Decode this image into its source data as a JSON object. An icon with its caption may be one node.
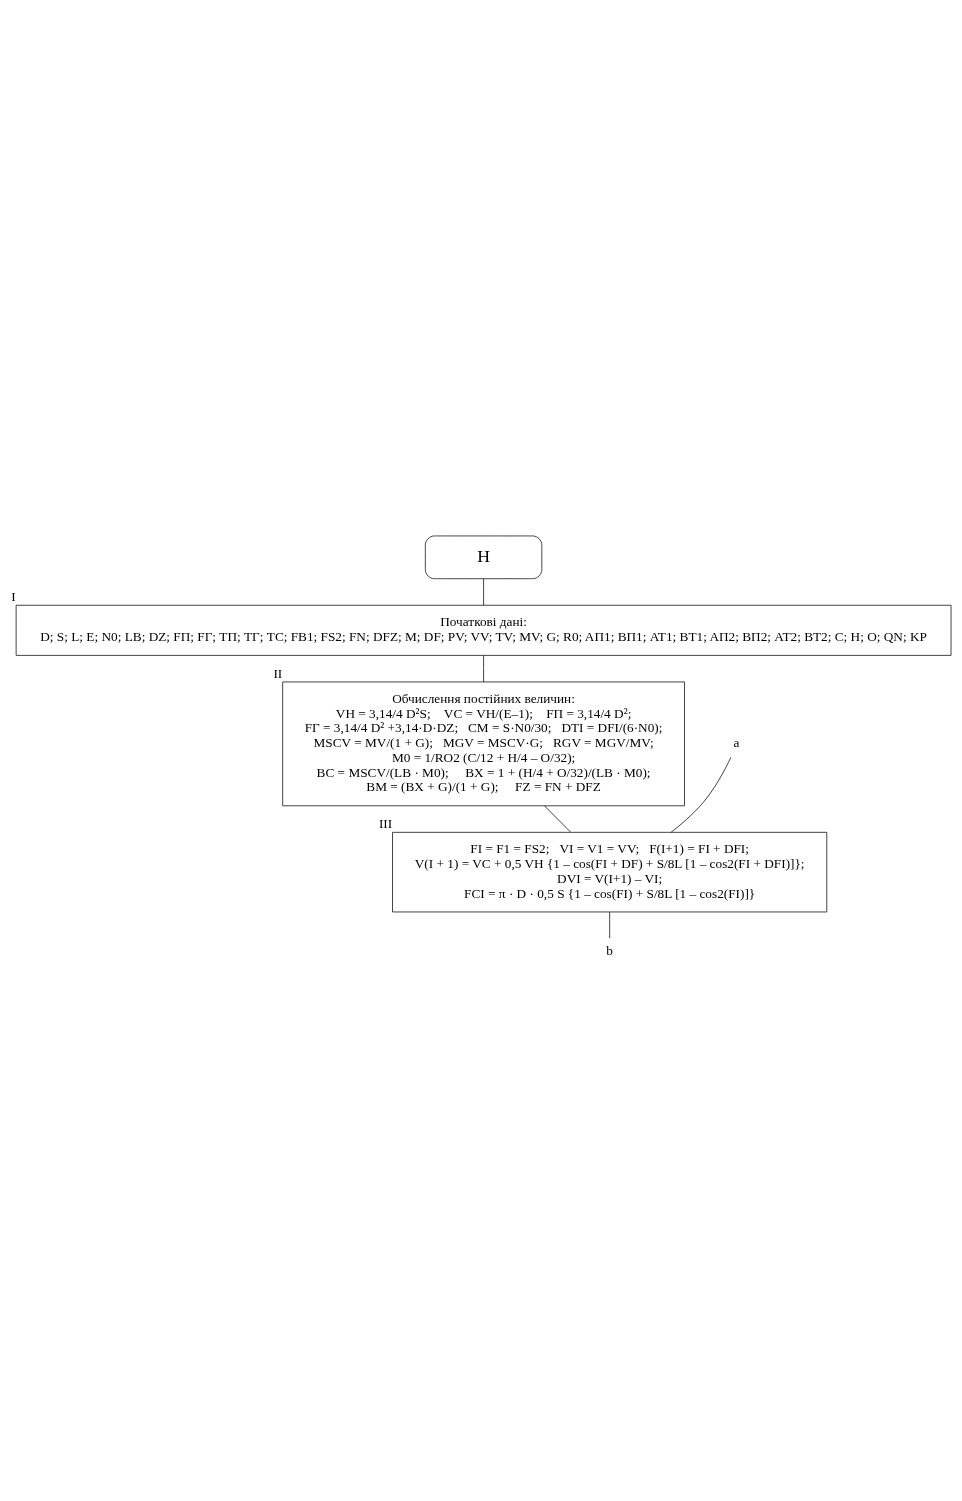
{
  "diagram": {
    "nodes": [
      {
        "text": [
          "Н"
        ]
      },
      {
        "text": [
          "Початкові дані:",
          "D; S; L; E; N0; LB; DZ; FП; FГ; TП; TГ; TC; FB1; FS2; FN; DFZ; M; DF; PV; VV; TV; MV; G; R0; AП1; BП1; AT1; BT1; AП2; BП2; AT2; BT2; C; H; O; QN; KP"
        ],
        "beside": [
          "I"
        ]
      },
      {
        "text": [
          "Обчислення постійних величин:",
          "VH = 3,14/4 D²S;    VC = VH/(E–1);    FП = 3,14/4 D²;",
          "FГ = 3,14/4 D² +3,14·D·DZ;   CM = S·N0/30;   DTI = DFI/(6·N0);",
          "MSCV = MV/(1 + G);   MGV = MSCV·G;   RGV = MGV/MV;",
          "M0 = 1/RO2 (C/12 + H/4 – O/32);",
          "BC = MSCV/(LB · M0);     BX = 1 + (H/4 + O/32)/(LB · M0);",
          "BM = (BX + G)/(1 + G);     FZ = FN + DFZ"
        ],
        "beside": [
          "II"
        ]
      },
      {
        "text": [
          "a"
        ]
      },
      {
        "text": [
          "FI = F1 = FS2;   VI = V1 = VV;   F(I+1) = FI + DFI;",
          "V(I + 1) = VC + 0,5 VH {1 – cos(FI + DF) + S/8L [1 – cos2(FI + DFI)]};",
          "DVI = V(I+1) – VI;",
          "FCI = π · D · 0,5 S {1 – cos(FI) + S/8L [1 – cos2(FI)]}"
        ],
        "beside": [
          "III"
        ]
      },
      {
        "text": [
          "b"
        ]
      }
    ],
    "edges": [
      {
        "from": 0,
        "to": 1,
        "arrow": "none"
      },
      {
        "from": 1,
        "to": 2,
        "arrow": "none"
      },
      {
        "from": 2,
        "to": 4,
        "arrow": "none"
      },
      {
        "from": 3,
        "to": 4,
        "arrow": "none"
      },
      {
        "from": 4,
        "to": 5,
        "arrow": "none"
      }
    ]
  }
}
